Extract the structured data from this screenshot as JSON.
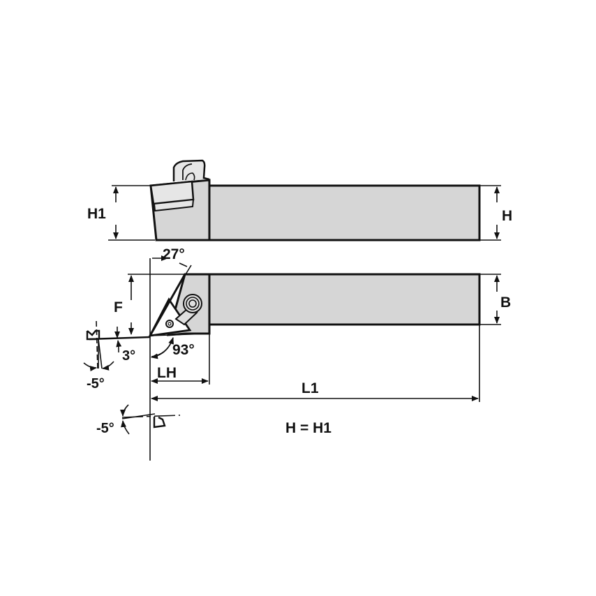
{
  "drawing": {
    "title": "Turning tool holder dimension drawing",
    "colors": {
      "body": "#d6d6d6",
      "line": "#111111",
      "background": "#ffffff"
    },
    "labels": {
      "h1": "H1",
      "h": "H",
      "b": "B",
      "f": "F",
      "lh": "LH",
      "l1": "L1",
      "angle_27": "27°",
      "angle_93": "93°",
      "angle_3": "3°",
      "angle_neg5_a": "-5°",
      "angle_neg5_b": "-5°",
      "equation": "H = H1"
    }
  }
}
